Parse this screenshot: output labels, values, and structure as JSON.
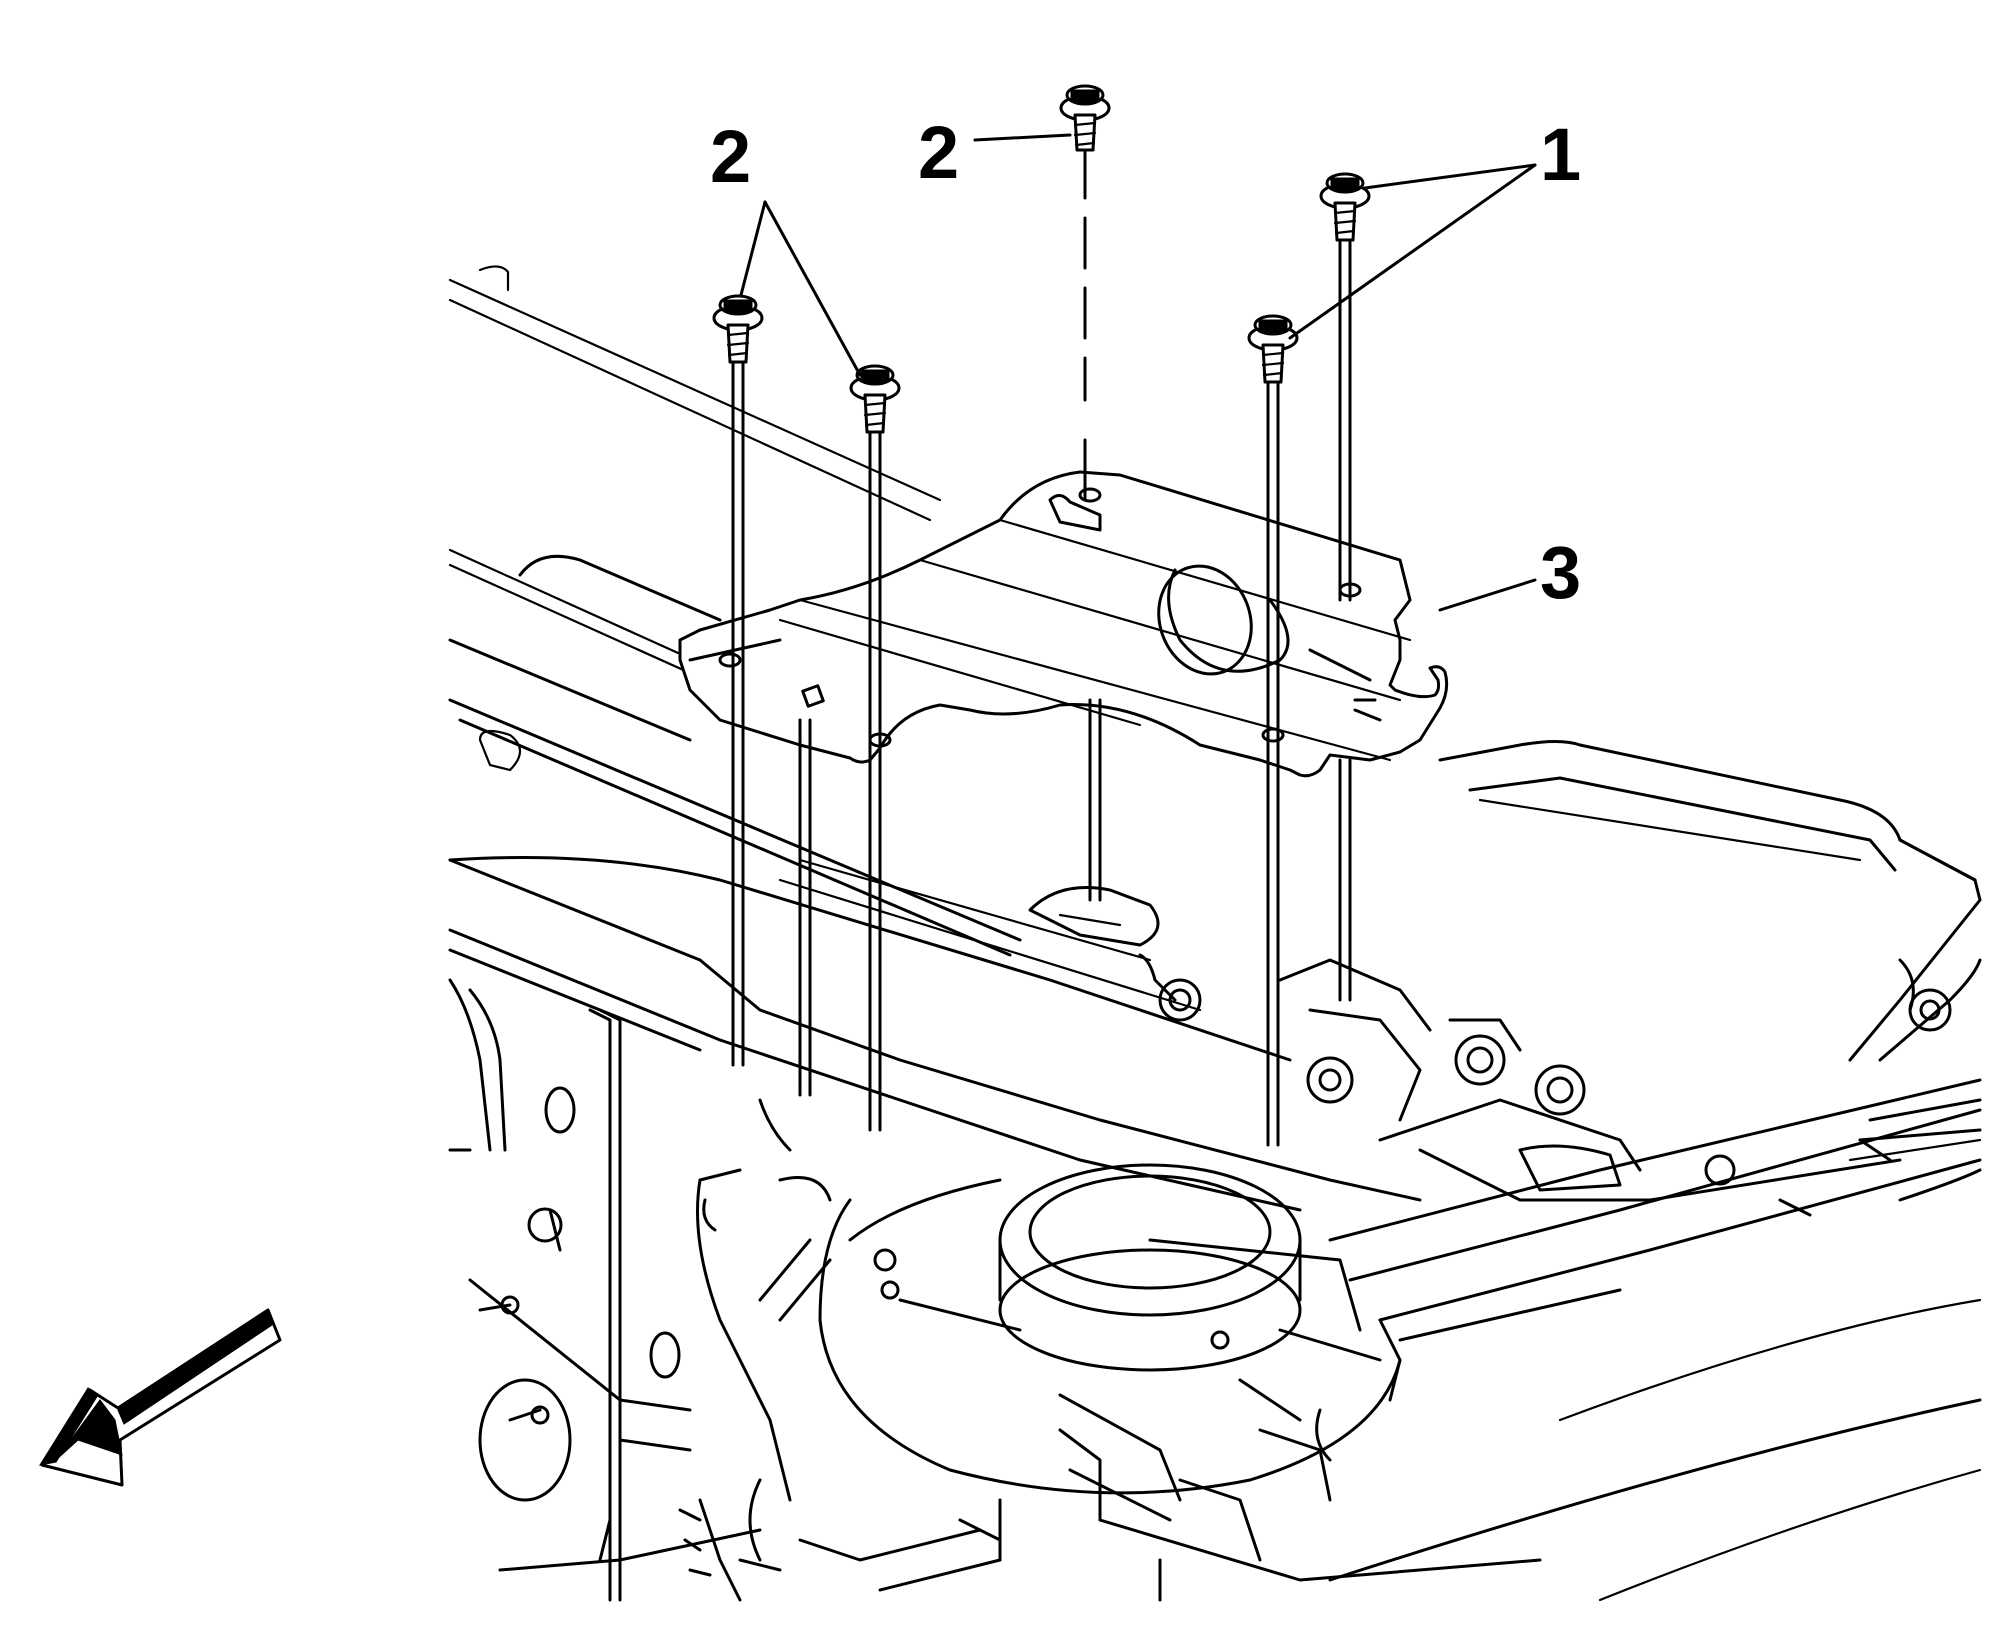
{
  "callouts": [
    {
      "id": "callout-2-left",
      "text": "2"
    },
    {
      "id": "callout-2-top",
      "text": "2"
    },
    {
      "id": "callout-1",
      "text": "1"
    },
    {
      "id": "callout-3",
      "text": "3"
    }
  ],
  "icons": {
    "fasteners": "bolt-icon",
    "orientation": "front-direction-arrow-icon"
  },
  "colors": {
    "line": "#000000",
    "background": "#ffffff"
  }
}
